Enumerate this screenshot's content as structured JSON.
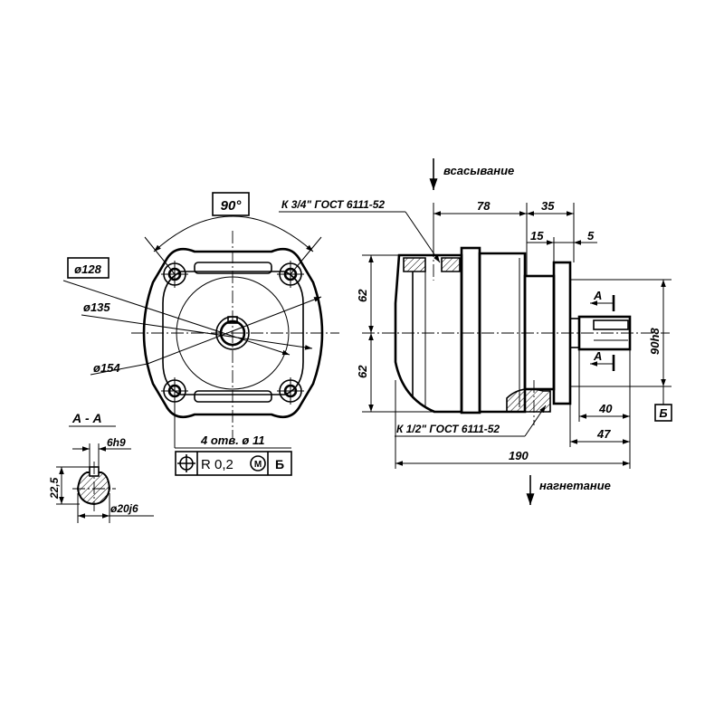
{
  "front_view": {
    "angle_label": "90°",
    "d128": "ø128",
    "d135": "ø135",
    "d154": "ø154",
    "holes": "4 отв. ø 11"
  },
  "tolerance_frame": {
    "symbol": "position-symbol",
    "value": "R 0,2",
    "modifier": "M",
    "datum": "Б"
  },
  "section": {
    "title": "А - А",
    "width": "6h9",
    "height": "22,5",
    "diameter": "ø20j6"
  },
  "side_view": {
    "suction": "всасывание",
    "discharge": "нагнетание",
    "inlet_thread": "К 3/4\" ГОСТ 6111-52",
    "outlet_thread": "К 1/2\" ГОСТ 6111-52",
    "dim_78": "78",
    "dim_35": "35",
    "dim_15": "15",
    "dim_5": "5",
    "dim_62_top": "62",
    "dim_62_bottom": "62",
    "shaft_fit": "90h8",
    "dim_40": "40",
    "dim_47": "47",
    "dim_190": "190",
    "section_mark_top": "А",
    "section_mark_bottom": "А",
    "datum_label": "Б"
  }
}
